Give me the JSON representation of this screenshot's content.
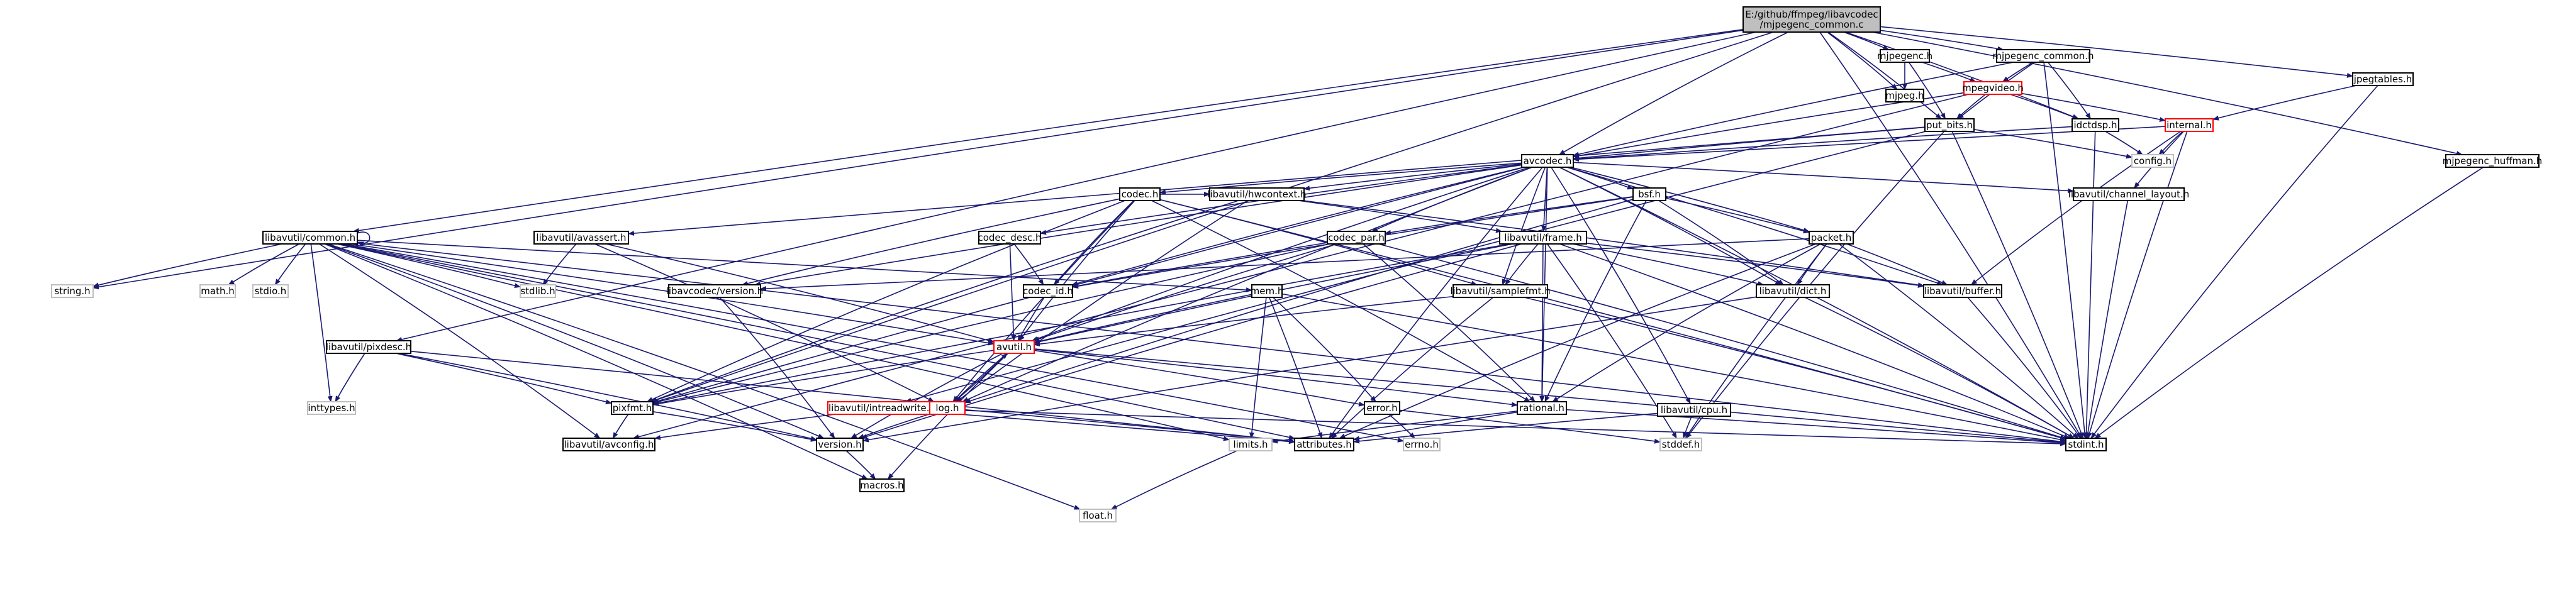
{
  "graph": {
    "colors": {
      "edge": "#191970",
      "root_fill": "#bfbfbf",
      "node_stroke": "#000000",
      "external_stroke": "#bfbfbf",
      "truncated_stroke": "#ff0000",
      "text": "#000000"
    },
    "nodes": [
      {
        "id": "root",
        "lines": [
          "E:/github/ffmpeg/libavcodec",
          "/mjpegenc_common.c"
        ],
        "style": "root"
      },
      {
        "id": "mjpegenc_h",
        "lines": [
          "mjpegenc.h"
        ],
        "style": "normal"
      },
      {
        "id": "mjpegenc_common_h",
        "lines": [
          "mjpegenc_common.h"
        ],
        "style": "normal"
      },
      {
        "id": "jpegtables_h",
        "lines": [
          "jpegtables.h"
        ],
        "style": "normal"
      },
      {
        "id": "mjpegenc_huffman_h",
        "lines": [
          "mjpegenc_huffman.h"
        ],
        "style": "normal"
      },
      {
        "id": "mjpeg_h",
        "lines": [
          "mjpeg.h"
        ],
        "style": "normal"
      },
      {
        "id": "mpegvideo_h",
        "lines": [
          "mpegvideo.h"
        ],
        "style": "truncated"
      },
      {
        "id": "put_bits_h",
        "lines": [
          "put_bits.h"
        ],
        "style": "normal"
      },
      {
        "id": "idctdsp_h",
        "lines": [
          "idctdsp.h"
        ],
        "style": "normal"
      },
      {
        "id": "internal_h",
        "lines": [
          "internal.h"
        ],
        "style": "truncated"
      },
      {
        "id": "config_h",
        "lines": [
          "config.h"
        ],
        "style": "external"
      },
      {
        "id": "avcodec_h",
        "lines": [
          "avcodec.h"
        ],
        "style": "normal"
      },
      {
        "id": "codec_h",
        "lines": [
          "codec.h"
        ],
        "style": "normal"
      },
      {
        "id": "hwcontext_h",
        "lines": [
          "libavutil/hwcontext.h"
        ],
        "style": "normal"
      },
      {
        "id": "bsf_h",
        "lines": [
          "bsf.h"
        ],
        "style": "normal"
      },
      {
        "id": "channel_layout_h",
        "lines": [
          "libavutil/channel_layout.h"
        ],
        "style": "normal"
      },
      {
        "id": "common_h",
        "lines": [
          "libavutil/common.h"
        ],
        "style": "normal"
      },
      {
        "id": "avassert_h",
        "lines": [
          "libavutil/avassert.h"
        ],
        "style": "normal"
      },
      {
        "id": "codec_desc_h",
        "lines": [
          "codec_desc.h"
        ],
        "style": "normal"
      },
      {
        "id": "codec_par_h",
        "lines": [
          "codec_par.h"
        ],
        "style": "normal"
      },
      {
        "id": "frame_h",
        "lines": [
          "libavutil/frame.h"
        ],
        "style": "normal"
      },
      {
        "id": "packet_h",
        "lines": [
          "packet.h"
        ],
        "style": "normal"
      },
      {
        "id": "string_h",
        "lines": [
          "string.h"
        ],
        "style": "external"
      },
      {
        "id": "math_h",
        "lines": [
          "math.h"
        ],
        "style": "external"
      },
      {
        "id": "stdio_h",
        "lines": [
          "stdio.h"
        ],
        "style": "external"
      },
      {
        "id": "stdlib_h",
        "lines": [
          "stdlib.h"
        ],
        "style": "external"
      },
      {
        "id": "lav_version_h",
        "lines": [
          "libavcodec/version.h"
        ],
        "style": "normal"
      },
      {
        "id": "codec_id_h",
        "lines": [
          "codec_id.h"
        ],
        "style": "normal"
      },
      {
        "id": "mem_h",
        "lines": [
          "mem.h"
        ],
        "style": "normal"
      },
      {
        "id": "samplefmt_h",
        "lines": [
          "libavutil/samplefmt.h"
        ],
        "style": "normal"
      },
      {
        "id": "dict_h",
        "lines": [
          "libavutil/dict.h"
        ],
        "style": "normal"
      },
      {
        "id": "buffer_h",
        "lines": [
          "libavutil/buffer.h"
        ],
        "style": "normal"
      },
      {
        "id": "pixdesc_h",
        "lines": [
          "libavutil/pixdesc.h"
        ],
        "style": "normal"
      },
      {
        "id": "inttypes_h",
        "lines": [
          "inttypes.h"
        ],
        "style": "external"
      },
      {
        "id": "avutil_h",
        "lines": [
          "avutil.h"
        ],
        "style": "truncated"
      },
      {
        "id": "pixfmt_h",
        "lines": [
          "pixfmt.h"
        ],
        "style": "normal"
      },
      {
        "id": "intreadwrite_h",
        "lines": [
          "libavutil/intreadwrite.h"
        ],
        "style": "truncated"
      },
      {
        "id": "log_h",
        "lines": [
          "log.h"
        ],
        "style": "truncated"
      },
      {
        "id": "error_h",
        "lines": [
          "error.h"
        ],
        "style": "normal"
      },
      {
        "id": "rational_h",
        "lines": [
          "rational.h"
        ],
        "style": "normal"
      },
      {
        "id": "cpu_h",
        "lines": [
          "libavutil/cpu.h"
        ],
        "style": "normal"
      },
      {
        "id": "avconfig_h",
        "lines": [
          "libavutil/avconfig.h"
        ],
        "style": "normal"
      },
      {
        "id": "version_h",
        "lines": [
          "version.h"
        ],
        "style": "normal"
      },
      {
        "id": "limits_h",
        "lines": [
          "limits.h"
        ],
        "style": "external"
      },
      {
        "id": "attributes_h",
        "lines": [
          "attributes.h"
        ],
        "style": "normal"
      },
      {
        "id": "errno_h",
        "lines": [
          "errno.h"
        ],
        "style": "external"
      },
      {
        "id": "stddef_h",
        "lines": [
          "stddef.h"
        ],
        "style": "external"
      },
      {
        "id": "stdint_h",
        "lines": [
          "stdint.h"
        ],
        "style": "normal"
      },
      {
        "id": "macros_h",
        "lines": [
          "macros.h"
        ],
        "style": "normal"
      },
      {
        "id": "float_h",
        "lines": [
          "float.h"
        ],
        "style": "external"
      }
    ],
    "edges": [
      [
        "root",
        "mjpegenc_h"
      ],
      [
        "root",
        "mjpegenc_common_h"
      ],
      [
        "root",
        "jpegtables_h"
      ],
      [
        "root",
        "mjpegenc_huffman_h"
      ],
      [
        "root",
        "mjpeg_h"
      ],
      [
        "root",
        "put_bits_h"
      ],
      [
        "root",
        "idctdsp_h"
      ],
      [
        "root",
        "avcodec_h"
      ],
      [
        "root",
        "common_h"
      ],
      [
        "root",
        "pixdesc_h"
      ],
      [
        "root",
        "pixfmt_h"
      ],
      [
        "root",
        "string_h"
      ],
      [
        "root",
        "stdint_h"
      ],
      [
        "mjpegenc_h",
        "mjpeg_h"
      ],
      [
        "mjpegenc_h",
        "mpegvideo_h"
      ],
      [
        "mjpegenc_h",
        "put_bits_h"
      ],
      [
        "mjpegenc_common_h",
        "mpegvideo_h"
      ],
      [
        "mjpegenc_common_h",
        "idctdsp_h"
      ],
      [
        "mjpegenc_common_h",
        "avcodec_h"
      ],
      [
        "mjpegenc_common_h",
        "put_bits_h"
      ],
      [
        "mjpegenc_common_h",
        "stdint_h"
      ],
      [
        "mpegvideo_h",
        "put_bits_h"
      ],
      [
        "mpegvideo_h",
        "idctdsp_h"
      ],
      [
        "mpegvideo_h",
        "internal_h"
      ],
      [
        "mpegvideo_h",
        "avcodec_h"
      ],
      [
        "mpegvideo_h",
        "avconfig_h"
      ],
      [
        "jpegtables_h",
        "internal_h"
      ],
      [
        "jpegtables_h",
        "stdint_h"
      ],
      [
        "mjpegenc_huffman_h",
        "stdint_h"
      ],
      [
        "put_bits_h",
        "config_h"
      ],
      [
        "put_bits_h",
        "avcodec_h"
      ],
      [
        "put_bits_h",
        "avassert_h"
      ],
      [
        "put_bits_h",
        "intreadwrite_h"
      ],
      [
        "put_bits_h",
        "stddef_h"
      ],
      [
        "put_bits_h",
        "stdint_h"
      ],
      [
        "idctdsp_h",
        "config_h"
      ],
      [
        "idctdsp_h",
        "avcodec_h"
      ],
      [
        "idctdsp_h",
        "stdint_h"
      ],
      [
        "internal_h",
        "config_h"
      ],
      [
        "internal_h",
        "avcodec_h"
      ],
      [
        "internal_h",
        "channel_layout_h"
      ],
      [
        "internal_h",
        "buffer_h"
      ],
      [
        "internal_h",
        "stdint_h"
      ],
      [
        "avcodec_h",
        "codec_h"
      ],
      [
        "avcodec_h",
        "hwcontext_h"
      ],
      [
        "avcodec_h",
        "bsf_h"
      ],
      [
        "avcodec_h",
        "channel_layout_h"
      ],
      [
        "avcodec_h",
        "codec_desc_h"
      ],
      [
        "avcodec_h",
        "codec_par_h"
      ],
      [
        "avcodec_h",
        "frame_h"
      ],
      [
        "avcodec_h",
        "packet_h"
      ],
      [
        "avcodec_h",
        "lav_version_h"
      ],
      [
        "avcodec_h",
        "codec_id_h"
      ],
      [
        "avcodec_h",
        "samplefmt_h"
      ],
      [
        "avcodec_h",
        "dict_h"
      ],
      [
        "avcodec_h",
        "buffer_h"
      ],
      [
        "avcodec_h",
        "avutil_h"
      ],
      [
        "avcodec_h",
        "pixfmt_h"
      ],
      [
        "avcodec_h",
        "log_h"
      ],
      [
        "avcodec_h",
        "rational_h"
      ],
      [
        "avcodec_h",
        "cpu_h"
      ],
      [
        "avcodec_h",
        "attributes_h"
      ],
      [
        "avcodec_h",
        "stdint_h"
      ],
      [
        "codec_h",
        "hwcontext_h"
      ],
      [
        "codec_h",
        "lav_version_h"
      ],
      [
        "codec_h",
        "codec_id_h"
      ],
      [
        "codec_h",
        "samplefmt_h"
      ],
      [
        "codec_h",
        "avutil_h"
      ],
      [
        "codec_h",
        "pixfmt_h"
      ],
      [
        "codec_h",
        "log_h"
      ],
      [
        "codec_h",
        "rational_h"
      ],
      [
        "codec_h",
        "stdint_h"
      ],
      [
        "hwcontext_h",
        "frame_h"
      ],
      [
        "hwcontext_h",
        "buffer_h"
      ],
      [
        "hwcontext_h",
        "pixfmt_h"
      ],
      [
        "hwcontext_h",
        "log_h"
      ],
      [
        "bsf_h",
        "codec_par_h"
      ],
      [
        "bsf_h",
        "packet_h"
      ],
      [
        "bsf_h",
        "codec_id_h"
      ],
      [
        "bsf_h",
        "dict_h"
      ],
      [
        "bsf_h",
        "log_h"
      ],
      [
        "bsf_h",
        "rational_h"
      ],
      [
        "channel_layout_h",
        "stdint_h"
      ],
      [
        "common_h",
        "common_h"
      ],
      [
        "common_h",
        "string_h"
      ],
      [
        "common_h",
        "math_h"
      ],
      [
        "common_h",
        "stdio_h"
      ],
      [
        "common_h",
        "stdlib_h"
      ],
      [
        "common_h",
        "inttypes_h"
      ],
      [
        "common_h",
        "mem_h"
      ],
      [
        "common_h",
        "avutil_h"
      ],
      [
        "common_h",
        "attributes_h"
      ],
      [
        "common_h",
        "avconfig_h"
      ],
      [
        "common_h",
        "macros_h"
      ],
      [
        "common_h",
        "float_h"
      ],
      [
        "common_h",
        "errno_h"
      ],
      [
        "common_h",
        "limits_h"
      ],
      [
        "common_h",
        "stdint_h"
      ],
      [
        "common_h",
        "version_h"
      ],
      [
        "avassert_h",
        "stdlib_h"
      ],
      [
        "avassert_h",
        "avutil_h"
      ],
      [
        "avassert_h",
        "log_h"
      ],
      [
        "codec_desc_h",
        "codec_id_h"
      ],
      [
        "codec_desc_h",
        "avutil_h"
      ],
      [
        "codec_par_h",
        "codec_id_h"
      ],
      [
        "codec_par_h",
        "avutil_h"
      ],
      [
        "codec_par_h",
        "pixfmt_h"
      ],
      [
        "codec_par_h",
        "rational_h"
      ],
      [
        "codec_par_h",
        "stdint_h"
      ],
      [
        "frame_h",
        "avutil_h"
      ],
      [
        "frame_h",
        "buffer_h"
      ],
      [
        "frame_h",
        "dict_h"
      ],
      [
        "frame_h",
        "rational_h"
      ],
      [
        "frame_h",
        "samplefmt_h"
      ],
      [
        "frame_h",
        "pixfmt_h"
      ],
      [
        "frame_h",
        "version_h"
      ],
      [
        "frame_h",
        "stddef_h"
      ],
      [
        "frame_h",
        "stdint_h"
      ],
      [
        "packet_h",
        "buffer_h"
      ],
      [
        "packet_h",
        "dict_h"
      ],
      [
        "packet_h",
        "attributes_h"
      ],
      [
        "packet_h",
        "rational_h"
      ],
      [
        "packet_h",
        "lav_version_h"
      ],
      [
        "packet_h",
        "stddef_h"
      ],
      [
        "packet_h",
        "stdint_h"
      ],
      [
        "lav_version_h",
        "version_h"
      ],
      [
        "codec_id_h",
        "avutil_h"
      ],
      [
        "mem_h",
        "attributes_h"
      ],
      [
        "mem_h",
        "error_h"
      ],
      [
        "mem_h",
        "avutil_h"
      ],
      [
        "mem_h",
        "limits_h"
      ],
      [
        "mem_h",
        "stdint_h"
      ],
      [
        "samplefmt_h",
        "avutil_h"
      ],
      [
        "samplefmt_h",
        "attributes_h"
      ],
      [
        "samplefmt_h",
        "stdint_h"
      ],
      [
        "dict_h",
        "version_h"
      ],
      [
        "dict_h",
        "stdint_h"
      ],
      [
        "buffer_h",
        "stdint_h"
      ],
      [
        "pixdesc_h",
        "inttypes_h"
      ],
      [
        "pixdesc_h",
        "attributes_h"
      ],
      [
        "pixdesc_h",
        "pixfmt_h"
      ],
      [
        "pixdesc_h",
        "version_h"
      ],
      [
        "avutil_h",
        "macros_h"
      ],
      [
        "avutil_h",
        "version_h"
      ],
      [
        "avutil_h",
        "pixfmt_h"
      ],
      [
        "avutil_h",
        "log_h"
      ],
      [
        "avutil_h",
        "rational_h"
      ],
      [
        "avutil_h",
        "error_h"
      ],
      [
        "avutil_h",
        "stdint_h"
      ],
      [
        "pixfmt_h",
        "avconfig_h"
      ],
      [
        "pixfmt_h",
        "version_h"
      ],
      [
        "intreadwrite_h",
        "avconfig_h"
      ],
      [
        "intreadwrite_h",
        "attributes_h"
      ],
      [
        "intreadwrite_h",
        "stdint_h"
      ],
      [
        "log_h",
        "avutil_h"
      ],
      [
        "log_h",
        "attributes_h"
      ],
      [
        "log_h",
        "version_h"
      ],
      [
        "error_h",
        "errno_h"
      ],
      [
        "error_h",
        "stddef_h"
      ],
      [
        "rational_h",
        "attributes_h"
      ],
      [
        "rational_h",
        "limits_h"
      ],
      [
        "rational_h",
        "stdint_h"
      ],
      [
        "cpu_h",
        "attributes_h"
      ],
      [
        "cpu_h",
        "stddef_h"
      ],
      [
        "version_h",
        "macros_h"
      ],
      [
        "limits_h",
        "float_h"
      ]
    ]
  }
}
